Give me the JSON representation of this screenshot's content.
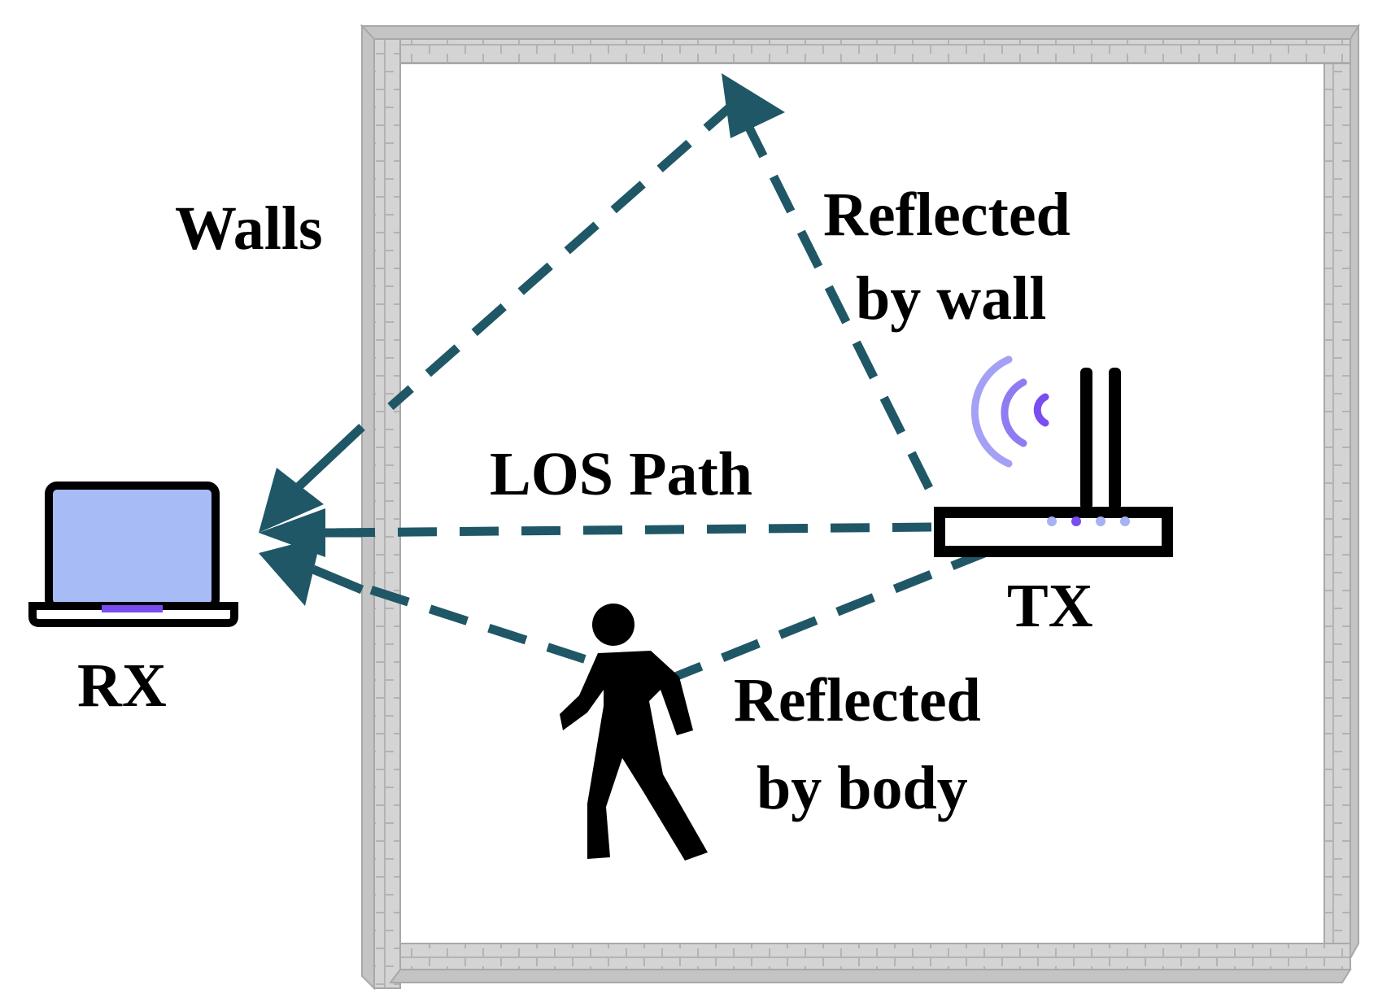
{
  "labels": {
    "walls": "Walls",
    "reflected_wall_line1": "Reflected",
    "reflected_wall_line2": "by wall",
    "los_path": "LOS Path",
    "tx": "TX",
    "rx": "RX",
    "reflected_body_line1": "Reflected",
    "reflected_body_line2": "by body"
  },
  "colors": {
    "path": "#1f5766",
    "wall_face": "#d4d4d4",
    "wall_edge": "#a8a8a8",
    "laptop_screen": "#a7bbf6",
    "laptop_accent": "#7a4df0",
    "wifi_signal": "#7d6cf0",
    "router_leds": "#a6b2f4",
    "router_led_active": "#7a4df0"
  },
  "icons": {
    "rx": "laptop-icon",
    "tx": "router-icon",
    "signal": "wifi-signal-icon",
    "person": "walking-person-icon"
  }
}
